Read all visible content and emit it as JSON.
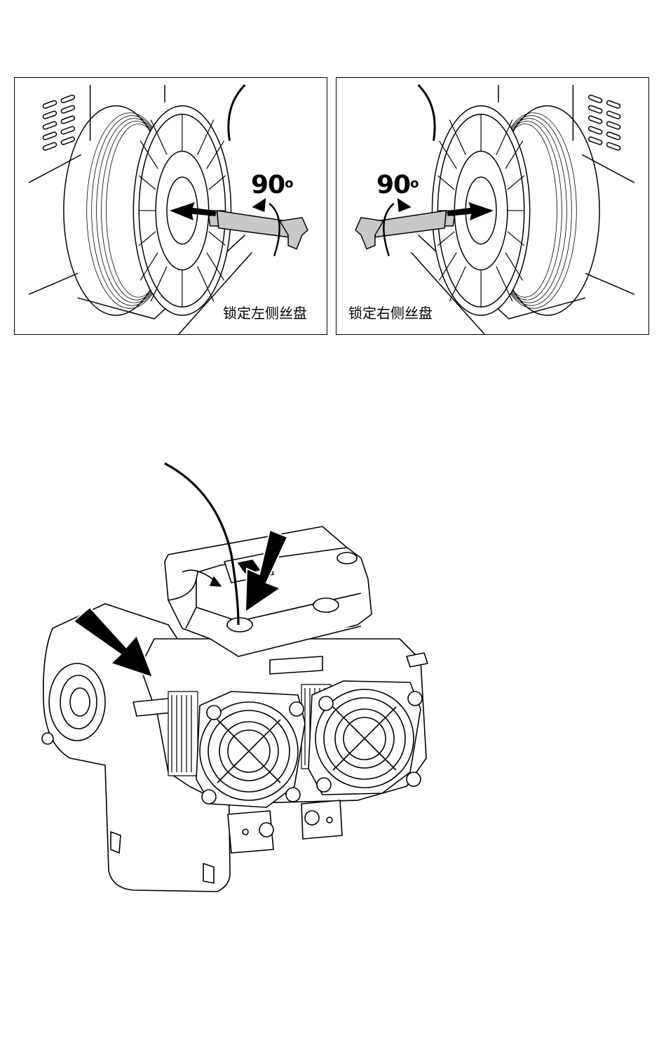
{
  "panels": [
    {
      "id": "left",
      "caption": "锁定左侧丝盘",
      "angle_value": "90",
      "angle_unit": "o"
    },
    {
      "id": "right",
      "caption": "锁定右侧丝盘",
      "angle_value": "90",
      "angle_unit": "o"
    }
  ],
  "colors": {
    "line": "#000000",
    "spindle_fill": "#c8c8c8",
    "background": "#ffffff"
  },
  "icons": [
    "press-arrow-icon",
    "rotate-arrow-icon"
  ]
}
